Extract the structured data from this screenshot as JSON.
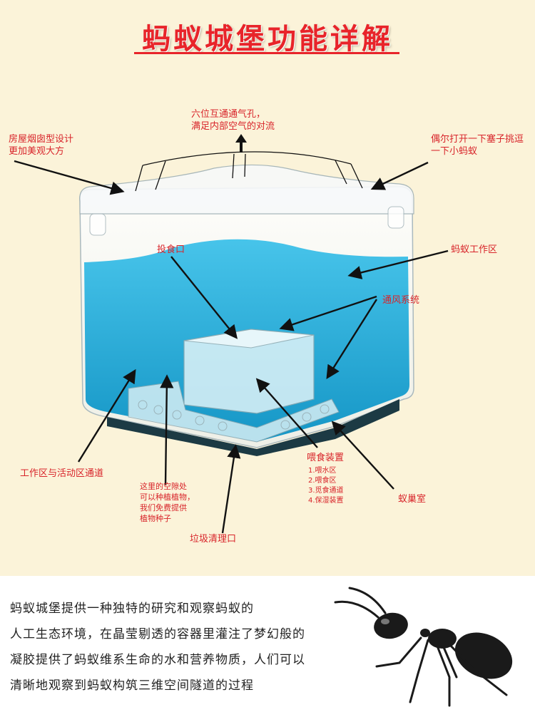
{
  "title": "蚂蚁城堡功能详解",
  "labels": {
    "vent_line1": "六位互通通气孔，",
    "vent_line2": "满足内部空气的对流",
    "chimney_line1": "房屋烟囱型设计",
    "chimney_line2": "更加美观大方",
    "plug_line1": "偶尔打开一下塞子挑逗",
    "plug_line2": "一下小蚂蚁",
    "feed_port": "投食口",
    "work_area": "蚂蚁工作区",
    "ventilation": "通风系统",
    "channel": "工作区与活动区通道",
    "gap_line1": "这里的空隙处",
    "gap_line2": "可以种植植物，",
    "gap_line3": "我们免费提供",
    "gap_line4": "植物种子",
    "feeder_title": "喂食装置",
    "feeder_items": [
      "1.喂水区",
      "2.喂食区",
      "3.觅食通道",
      "4.保湿装置"
    ],
    "nest": "蚁巢室",
    "waste": "垃圾清理口"
  },
  "description": [
    "蚂蚁城堡提供一种独特的研究和观察蚂蚁的",
    "人工生态环境，在晶莹剔透的容器里灌注了梦幻般的",
    "凝胶提供了蚂蚁维系生命的水和营养物质，人们可以",
    "清晰地观察到蚂蚁构筑三维空间隧道的过程"
  ],
  "colors": {
    "accent": "#e8242a",
    "gel": "#2fb3dc",
    "background": "#fbf3d9"
  },
  "icons": {
    "ant": "ant-illustration"
  }
}
